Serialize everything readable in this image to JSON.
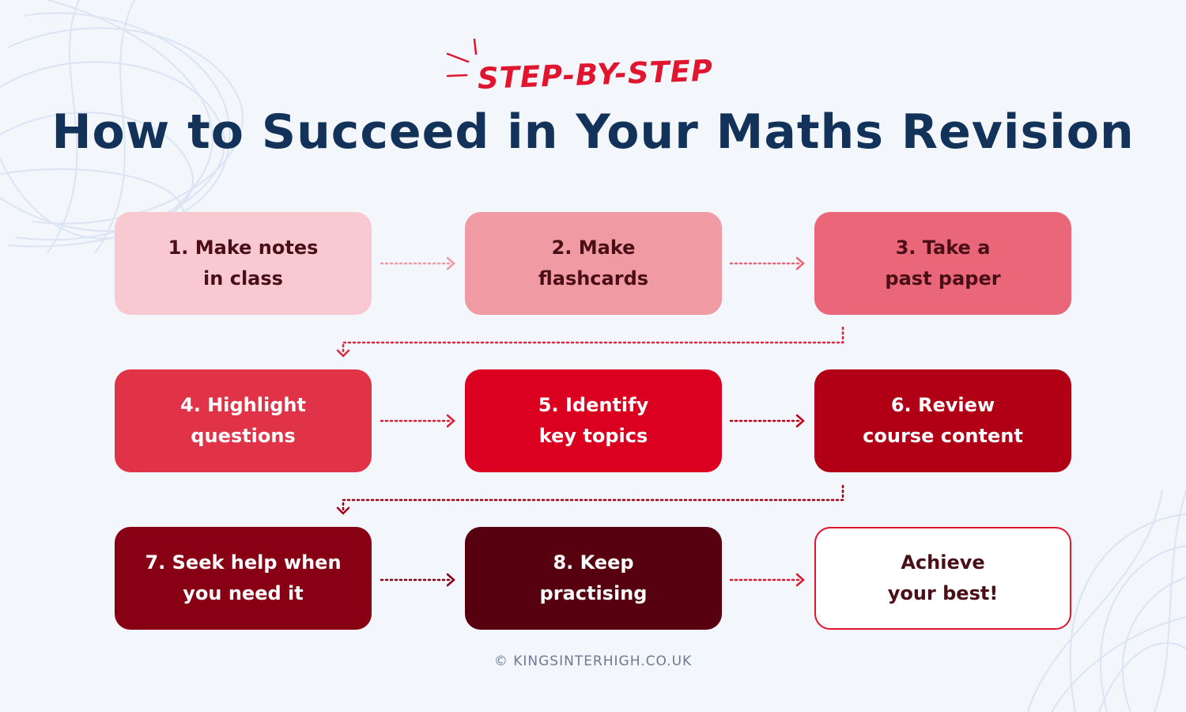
{
  "header": {
    "tagline": "STEP-BY-STEP",
    "title": "How to Succeed in Your Maths Revision"
  },
  "steps": [
    {
      "label": "1. Make notes\nin class",
      "bg": "#f9c9d2",
      "fg": "#4a0f16"
    },
    {
      "label": "2. Make\nflashcards",
      "bg": "#f09aa4",
      "fg": "#4a0f16"
    },
    {
      "label": "3. Take a\npast paper",
      "bg": "#ea6779",
      "fg": "#4a0f16"
    },
    {
      "label": "4. Highlight\nquestions",
      "bg": "#e03347",
      "fg": "#ffffff"
    },
    {
      "label": "5. Identify\nkey topics",
      "bg": "#dc0020",
      "fg": "#ffffff"
    },
    {
      "label": "6. Review\ncourse content",
      "bg": "#b10016",
      "fg": "#ffffff"
    },
    {
      "label": "7. Seek help when\nyou need it",
      "bg": "#870013",
      "fg": "#ffffff"
    },
    {
      "label": "8. Keep\npractising",
      "bg": "#560010",
      "fg": "#ffffff"
    }
  ],
  "goal": {
    "label": "Achieve\nyour best!",
    "fg": "#4a0f16",
    "border": "#e01530"
  },
  "footer": {
    "copyright": "© KINGSINTERHIGH.CO.UK"
  },
  "colors": {
    "background": "#f3f7fc",
    "title": "#13325a",
    "accent": "#e01530",
    "arrow_colors": [
      "#f09aa4",
      "#ea6779",
      "#dc2840",
      "#dc1f36",
      "#c10018",
      "#a50014",
      "#870013",
      "#e01530"
    ]
  },
  "icons": [
    "arrow-right-icon",
    "arrow-down-left-icon",
    "scribble-decoration"
  ]
}
